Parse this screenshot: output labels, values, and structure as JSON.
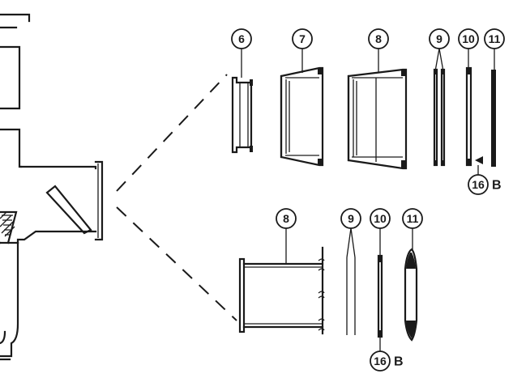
{
  "callouts_upper": {
    "c6": "6",
    "c7": "7",
    "c8": "8",
    "c9": "9",
    "c10": "10",
    "c11": "11",
    "c16": "16",
    "c16_suffix": "B"
  },
  "callouts_lower": {
    "c8": "8",
    "c9": "9",
    "c10": "10",
    "c11": "11",
    "c16": "16",
    "c16_suffix": "B"
  }
}
